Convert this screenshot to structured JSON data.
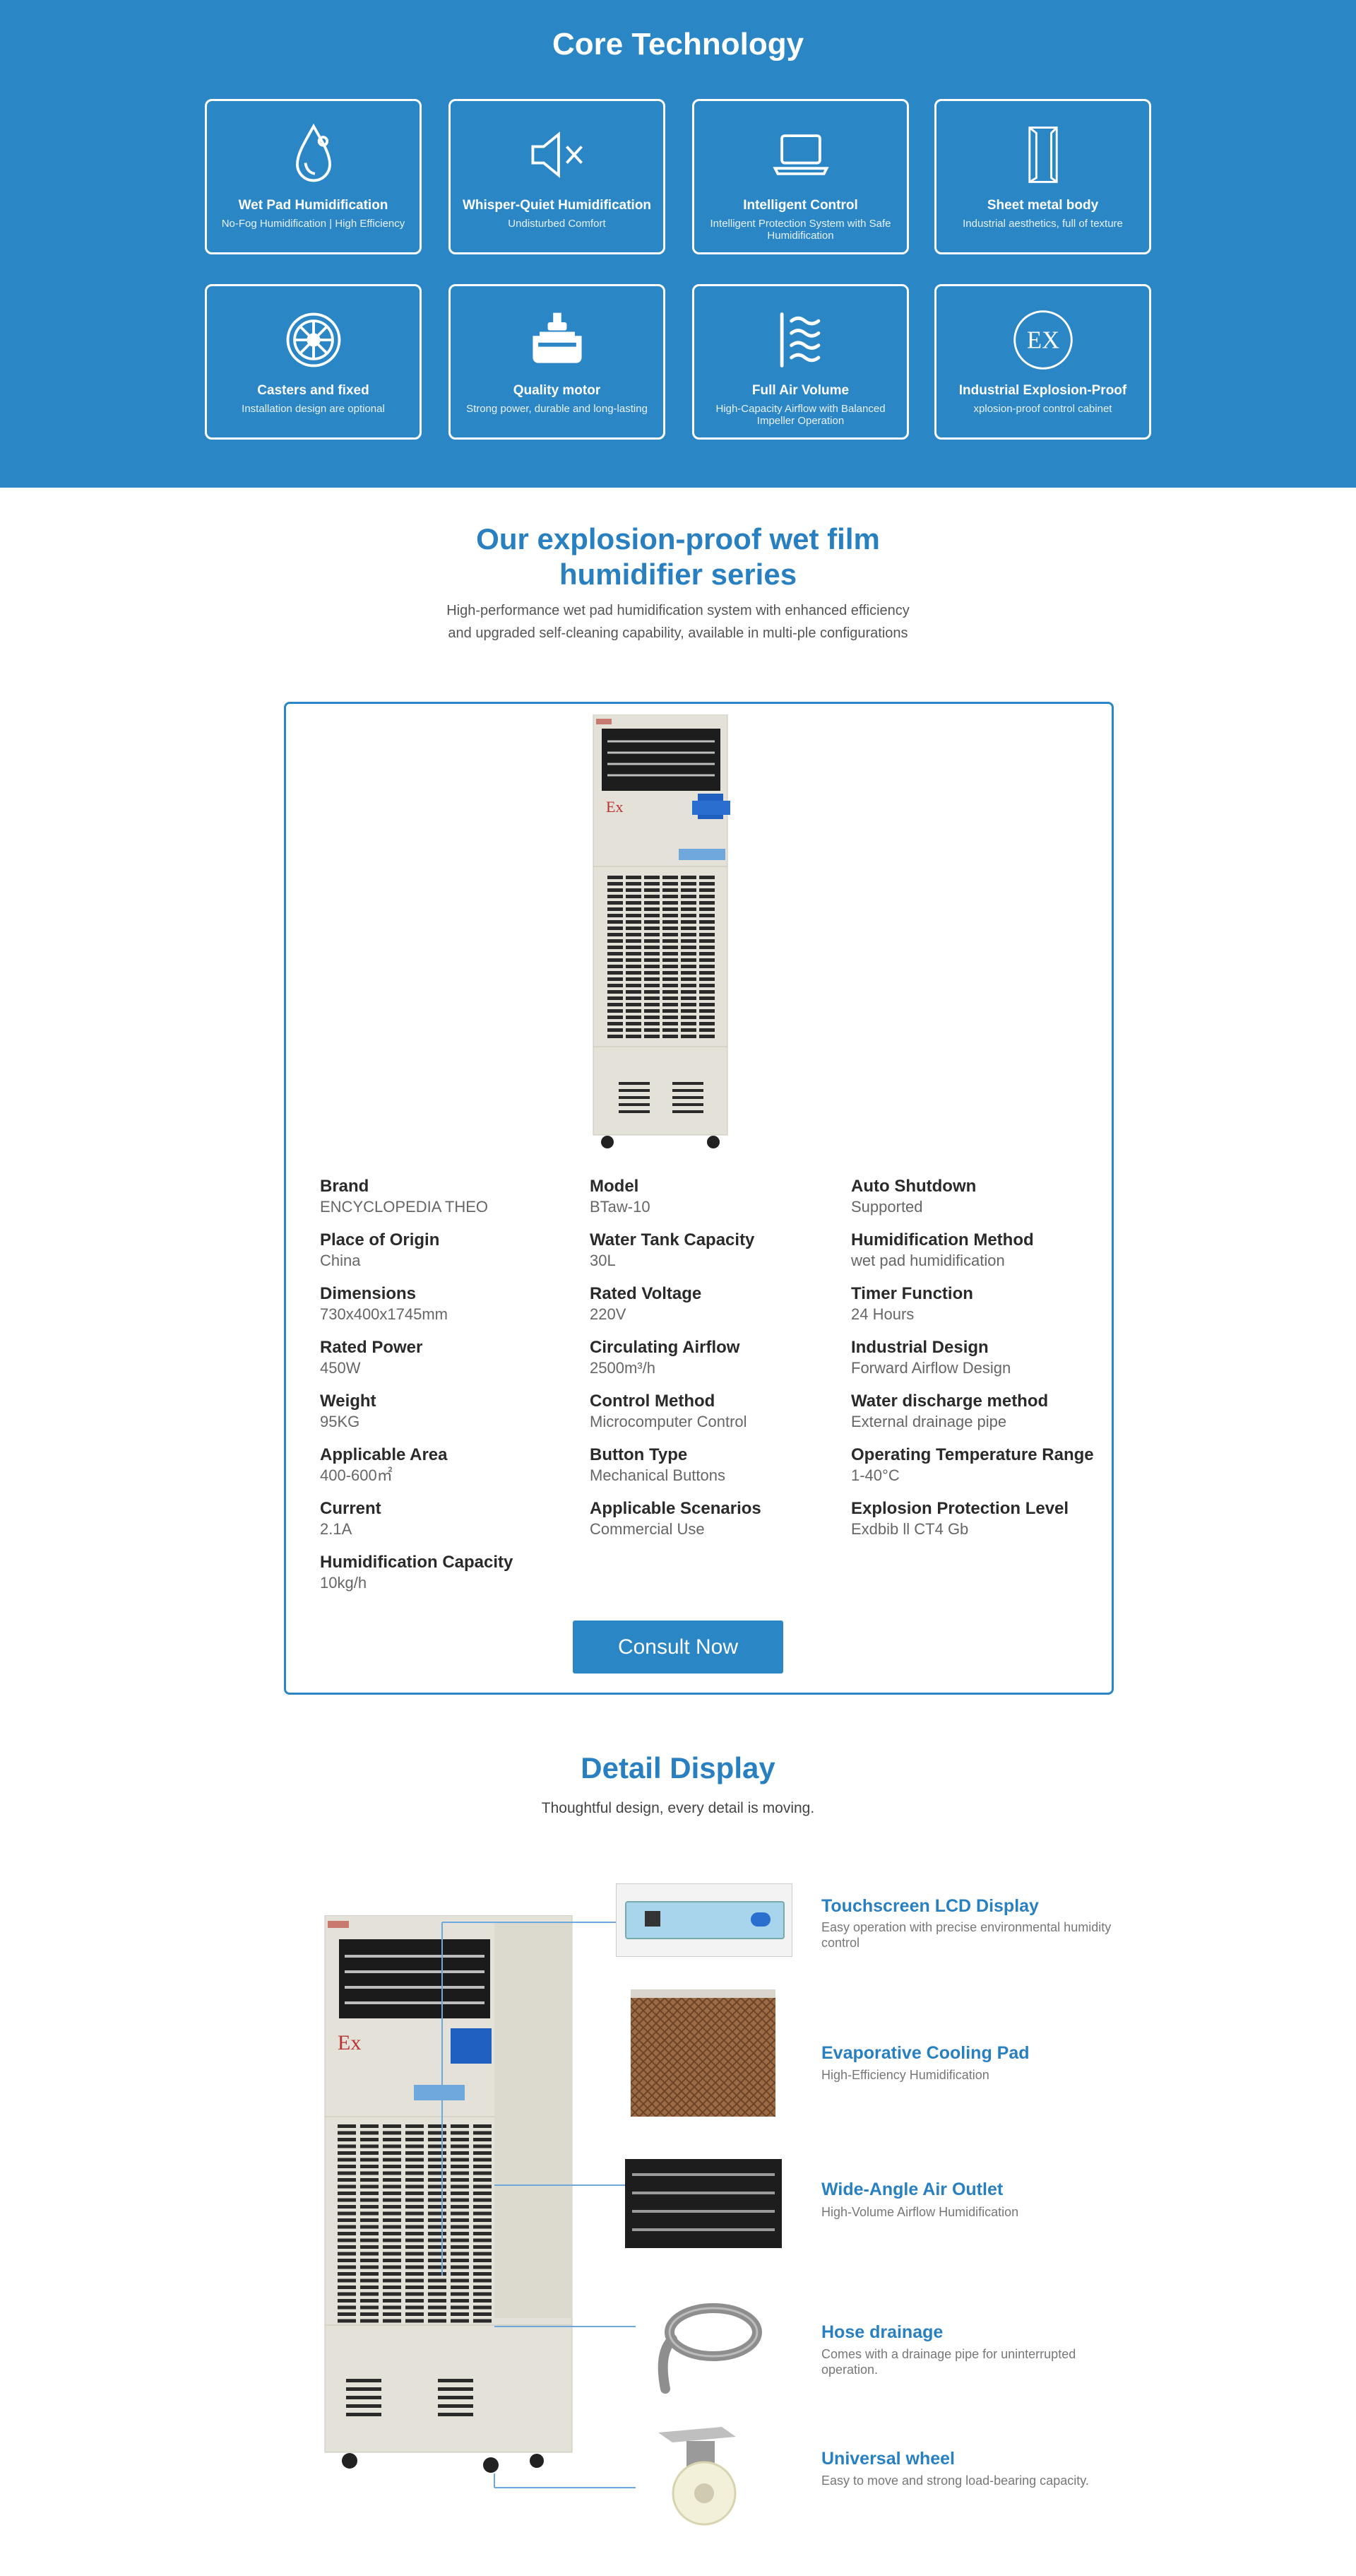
{
  "core": {
    "title": "Core Technology",
    "features": [
      {
        "icon": "water-drop-icon",
        "title": "Wet Pad Humidification",
        "desc": "No-Fog Humidification | High Efficiency"
      },
      {
        "icon": "mute-speaker-icon",
        "title": "Whisper-Quiet Humidification",
        "desc": "Undisturbed Comfort"
      },
      {
        "icon": "laptop-icon",
        "title": "Intelligent Control",
        "desc": "Intelligent Protection System with Safe Humidification"
      },
      {
        "icon": "cabinet-icon",
        "title": "Sheet metal body",
        "desc": "Industrial aesthetics, full of texture"
      },
      {
        "icon": "wheel-icon",
        "title": "Casters and fixed",
        "desc": "Installation design are optional"
      },
      {
        "icon": "motor-icon",
        "title": "Quality motor",
        "desc": "Strong power, durable and long-lasting"
      },
      {
        "icon": "wind-waves-icon",
        "title": "Full Air Volume",
        "desc": "High-Capacity Airflow with Balanced Impeller Operation"
      },
      {
        "icon": "ex-badge-icon",
        "title": "Industrial Explosion-Proof",
        "desc": "xplosion-proof control cabinet"
      }
    ]
  },
  "series": {
    "title_line1": "Our explosion-proof wet film",
    "title_line2": "humidifier series",
    "desc": "High-performance wet pad humidification system with enhanced efficiency and upgraded self-cleaning capability, available in multi-ple configurations"
  },
  "product": {
    "ex_mark": "Ex",
    "specs": [
      {
        "label": "Brand",
        "value": "ENCYCLOPEDIA THEO"
      },
      {
        "label": "Place of Origin",
        "value": "China"
      },
      {
        "label": "Dimensions",
        "value": "730x400x1745mm"
      },
      {
        "label": "Rated Power",
        "value": "450W"
      },
      {
        "label": "Weight",
        "value": "95KG"
      },
      {
        "label": "Applicable Area",
        "value": "400-600㎡"
      },
      {
        "label": "Current",
        "value": "2.1A"
      },
      {
        "label": "Humidification Capacity",
        "value": "10kg/h"
      },
      {
        "label": "Model",
        "value": "BTaw-10"
      },
      {
        "label": "Water Tank Capacity",
        "value": "30L"
      },
      {
        "label": "Rated Voltage",
        "value": "220V"
      },
      {
        "label": "Circulating Airflow",
        "value": "2500m³/h"
      },
      {
        "label": "Control Method",
        "value": "Microcomputer Control"
      },
      {
        "label": "Button Type",
        "value": "Mechanical Buttons"
      },
      {
        "label": "Applicable Scenarios",
        "value": "Commercial Use"
      },
      {
        "label": "Auto Shutdown",
        "value": "Supported"
      },
      {
        "label": "Humidification Method",
        "value": "wet pad humidification"
      },
      {
        "label": "Timer Function",
        "value": "24 Hours"
      },
      {
        "label": "Industrial Design",
        "value": "Forward Airflow Design"
      },
      {
        "label": "Water discharge method",
        "value": "External drainage pipe"
      },
      {
        "label": "Operating Temperature Range",
        "value": "1-40°C"
      },
      {
        "label": "Explosion Protection Level",
        "value": "Exdbib ll CT4 Gb"
      }
    ],
    "consult_label": "Consult Now"
  },
  "detail": {
    "title": "Detail Display",
    "desc": "Thoughtful design, every detail is moving.",
    "ex_mark": "Ex",
    "items": [
      {
        "title": "Touchscreen LCD Display",
        "desc": "Easy operation with precise environmental humidity control"
      },
      {
        "title": "Evaporative Cooling Pad",
        "desc": "High-Efficiency Humidification"
      },
      {
        "title": "Wide-Angle Air Outlet",
        "desc": "High-Volume Airflow Humidification"
      },
      {
        "title": "Hose drainage",
        "desc": "Comes with a drainage pipe for uninterrupted operation."
      },
      {
        "title": "Universal wheel",
        "desc": "Easy to move and strong load-bearing capacity."
      }
    ]
  },
  "colors": {
    "primary": "#2b86c5",
    "heading": "#2980c1",
    "unit_body": "#e4e1d8"
  }
}
